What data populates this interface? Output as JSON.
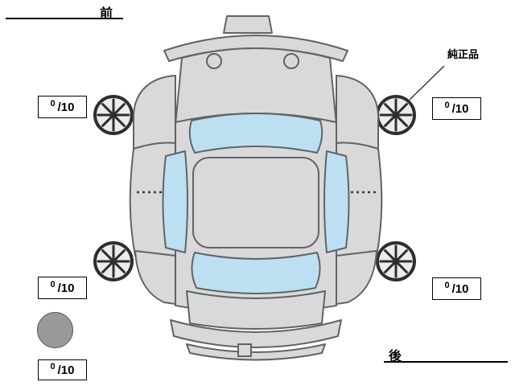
{
  "labels": {
    "front": "前",
    "rear": "後",
    "genuine_part": "純正品"
  },
  "scores": {
    "front_left": {
      "value": "0",
      "max": "/10"
    },
    "front_right": {
      "value": "0",
      "max": "/10"
    },
    "rear_left": {
      "value": "0",
      "max": "/10"
    },
    "rear_right": {
      "value": "0",
      "max": "/10"
    },
    "spare": {
      "value": "0",
      "max": "/10"
    }
  },
  "colors": {
    "car_body": "#d9d9d9",
    "car_outline": "#5f6368",
    "windows": "#bddff2",
    "wheel": "#2e2e2e",
    "spare_tire_fill": "#97999b",
    "text": "#000000"
  }
}
